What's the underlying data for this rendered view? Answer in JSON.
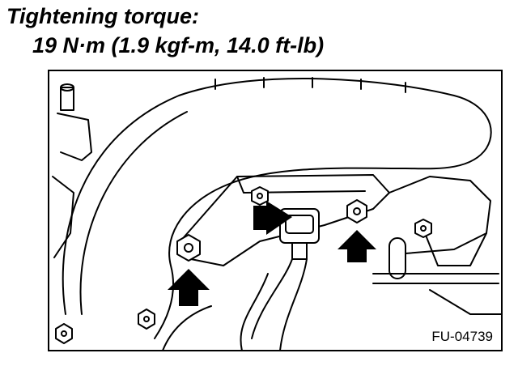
{
  "torque": {
    "heading": "Tightening torque:",
    "value": "19 N·m (1.9 kgf-m, 14.0 ft-lb)"
  },
  "figure": {
    "code": "FU-04739",
    "icons": [
      "bolt-icon",
      "arrow-up-icon",
      "arrow-right-icon",
      "connector-icon"
    ]
  }
}
